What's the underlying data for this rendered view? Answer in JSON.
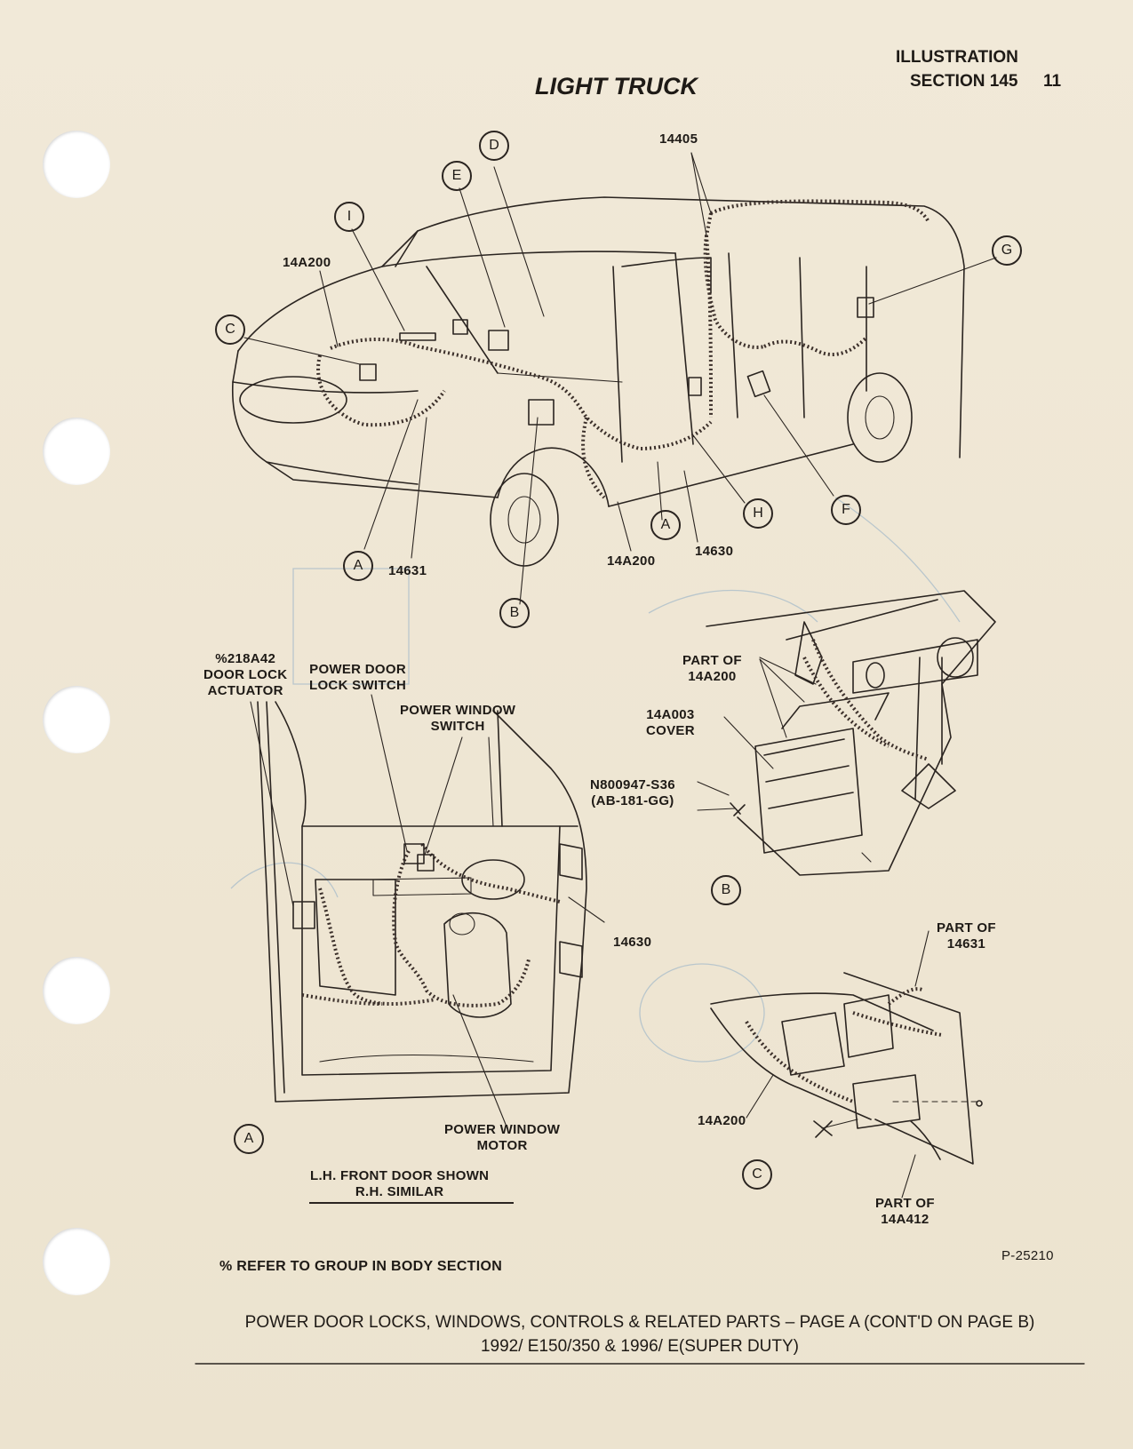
{
  "header": {
    "illustration": "ILLUSTRATION",
    "section": "SECTION 145",
    "page_number": "11",
    "title": "LIGHT TRUCK"
  },
  "van_view": {
    "callouts": {
      "d": "D",
      "e": "E",
      "i": "I",
      "c": "C",
      "g": "G",
      "h": "H",
      "f": "F",
      "a1": "A",
      "a2": "A",
      "b": "B"
    },
    "labels": {
      "harness_14405": "14405",
      "harness_14A200_top": "14A200",
      "harness_14631": "14631",
      "harness_14A200_bottom": "14A200",
      "harness_14630": "14630"
    }
  },
  "door_view": {
    "actuator": [
      "%218A42",
      "DOOR LOCK",
      "ACTUATOR"
    ],
    "lock_switch": [
      "POWER DOOR",
      "LOCK SWITCH"
    ],
    "window_switch": [
      "POWER WINDOW",
      "SWITCH"
    ],
    "harness_14630": "14630",
    "motor": [
      "POWER WINDOW",
      "MOTOR"
    ],
    "callout": "A",
    "caption": [
      "L.H. FRONT DOOR SHOWN",
      "R.H. SIMILAR"
    ]
  },
  "detail_b": {
    "part_of": [
      "PART OF",
      "14A200"
    ],
    "cover": [
      "14A003",
      "COVER"
    ],
    "bolt": [
      "N800947-S36",
      "(AB-181-GG)"
    ],
    "callout": "B"
  },
  "detail_c": {
    "part_of_14631": [
      "PART OF",
      "14631"
    ],
    "harness": "14A200",
    "part_of_14A412": [
      "PART OF",
      "14A412"
    ],
    "callout": "C"
  },
  "notes": {
    "refer": "% REFER TO GROUP IN BODY SECTION",
    "figure_id": "P-25210"
  },
  "footer": {
    "line1": "POWER DOOR LOCKS, WINDOWS, CONTROLS & RELATED PARTS – PAGE A (CONT'D ON PAGE B)",
    "line2": "1992/ E150/350 & 1996/ E(SUPER DUTY)"
  }
}
